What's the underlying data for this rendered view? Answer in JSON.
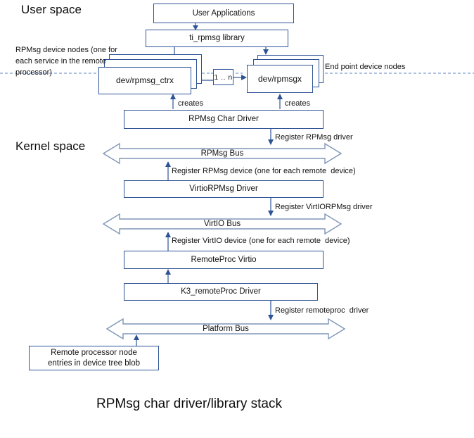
{
  "diagram": {
    "title": "RPMsg char driver/library stack",
    "zones": {
      "user_space": "User space",
      "kernel_space": "Kernel space"
    },
    "annotations": {
      "rpmsg_device_nodes": "RPMsg device nodes (one for\neach service in the remote\nprocessor)",
      "end_point_device_nodes": "End point device nodes"
    },
    "nodes": [
      {
        "id": "user-applications",
        "label": "User Applications"
      },
      {
        "id": "ti-rpmsg-library",
        "label": "ti_rpmsg library"
      },
      {
        "id": "dev-rpmsg-ctrx",
        "label": "dev/rpmsg_ctrx"
      },
      {
        "id": "one-to-n",
        "label": "1 .. n"
      },
      {
        "id": "dev-rpmsgx",
        "label": "dev/rpmsgx"
      },
      {
        "id": "rpmsg-char-driver",
        "label": "RPMsg Char Driver"
      },
      {
        "id": "virtiorpmsg-driver",
        "label": "VirtioRPMsg Driver"
      },
      {
        "id": "remoteproc-virtio",
        "label": "RemoteProc  Virtio"
      },
      {
        "id": "k3-remoteproc-driver",
        "label": "K3_remoteProc Driver"
      },
      {
        "id": "device-tree-blob",
        "label_line1": "Remote  processor node",
        "label_line2": "entries in device tree blob"
      }
    ],
    "buses": [
      {
        "id": "rpmsg-bus",
        "label": "RPMsg Bus"
      },
      {
        "id": "virtio-bus",
        "label": "VirtIO Bus"
      },
      {
        "id": "platform-bus",
        "label": "Platform Bus"
      }
    ],
    "edge_labels": {
      "creates_left": "creates",
      "creates_right": "creates",
      "register_rpmsg_driver": "Register RPMsg driver",
      "register_rpmsg_device": "Register RPMsg device (one for each remote  device)",
      "register_virtiorpmsg_driver": "Register VirtIORPMsg driver",
      "register_virtio_device": "Register VirtIO device (one for each remote  device)",
      "register_remoteproc_driver": "Register remoteproc  driver"
    },
    "colors": {
      "box_border": "#2E5395",
      "bus_outline": "#7F96B8",
      "connector": "#2E5395",
      "dashed_boundary": "#5B84C4",
      "background": "#FFFFFF",
      "text": "#111111"
    }
  }
}
